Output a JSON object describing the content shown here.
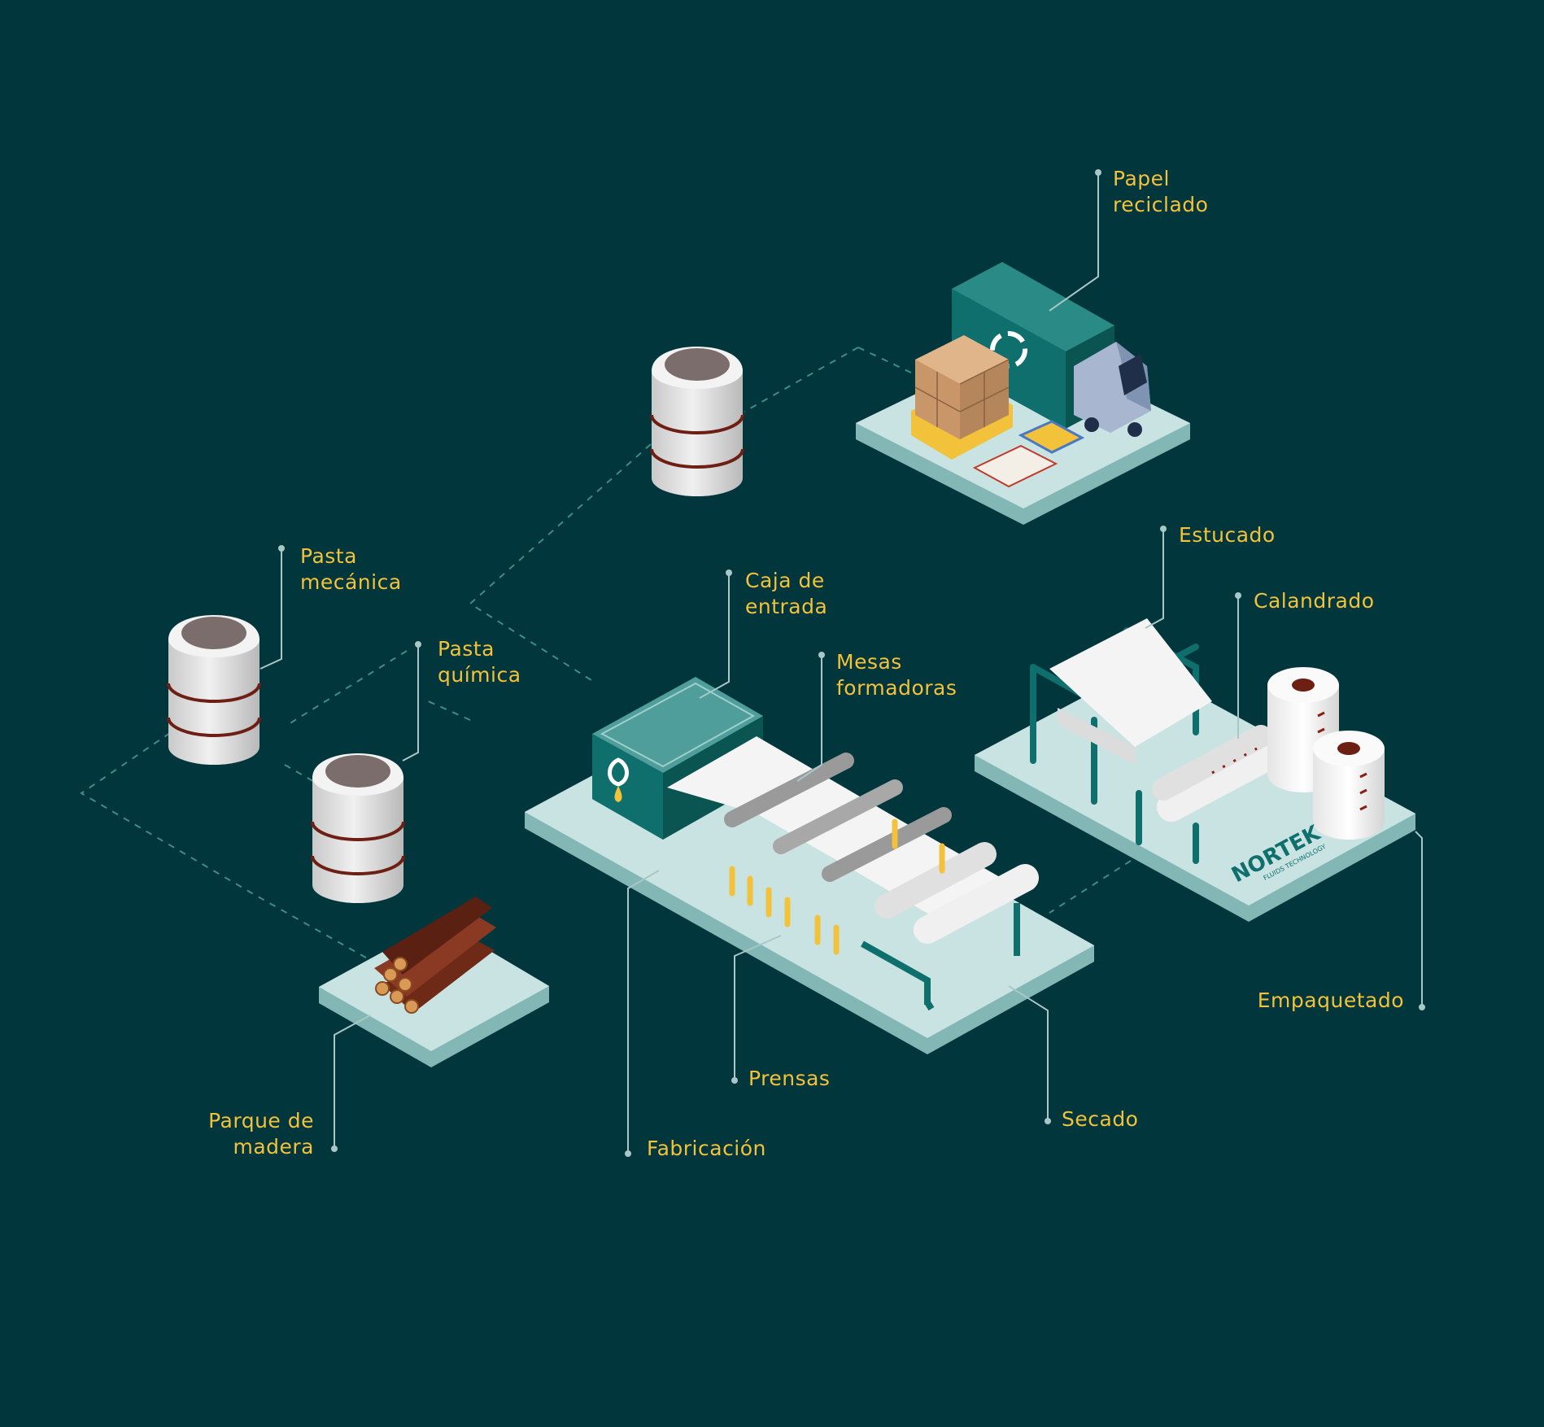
{
  "colors": {
    "background": "#01363c",
    "platform": "#c9e3e3",
    "platform_side": "#82b7b5",
    "teal": "#0e6f6d",
    "teal_dark": "#0a5452",
    "label": "#f2c23a",
    "leader": "#a9c7c6",
    "silo_body": "#dcdcdc",
    "silo_band": "#6d1f13",
    "silo_top": "#7a6d6b",
    "wood": "#6e2a17",
    "wood_end": "#d99a55",
    "box": "#c9966a",
    "pallet": "#f2c23a"
  },
  "logo": {
    "name": "NORTEK",
    "tagline": "FLUIDS TECHNOLOGY"
  },
  "labels": {
    "papel_reciclado": [
      "Papel",
      "reciclado"
    ],
    "pasta_mecanica": [
      "Pasta",
      "mecánica"
    ],
    "pasta_quimica": [
      "Pasta",
      "química"
    ],
    "caja_entrada": [
      "Caja de",
      "entrada"
    ],
    "mesas_formadoras": [
      "Mesas",
      "formadoras"
    ],
    "estucado": "Estucado",
    "calandrado": "Calandrado",
    "empaquetado": "Empaquetado",
    "prensas": "Prensas",
    "secado": "Secado",
    "fabricacion": "Fabricación",
    "parque_madera": [
      "Parque de",
      "madera"
    ]
  },
  "icons": [
    "recycle-icon",
    "drop-icon"
  ]
}
